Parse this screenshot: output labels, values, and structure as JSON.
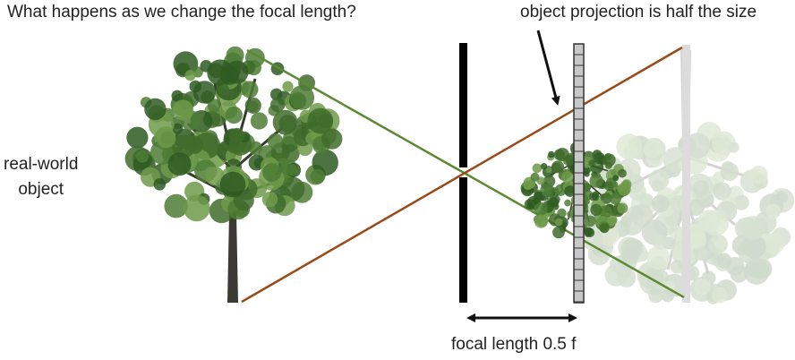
{
  "title": "What happens as we change the focal length?",
  "annotation": "object projection is half the size",
  "object_label": {
    "line1": "real-world",
    "line2": "object"
  },
  "focal_label": "focal length 0.5 f",
  "colors": {
    "ray_green": "#5b8a33",
    "ray_brown": "#9a4a17",
    "barrier": "#000000",
    "film": "#9a9a9a",
    "ghost_film": "#dcdcdc",
    "foliage_dark": "#3f6b2c",
    "foliage_light": "#6f9a4a",
    "trunk": "#3a3a33"
  },
  "icons": [
    "tree-image",
    "inverted-tree-image",
    "ghost-tree-image",
    "arrow-icon",
    "double-arrow-icon"
  ]
}
